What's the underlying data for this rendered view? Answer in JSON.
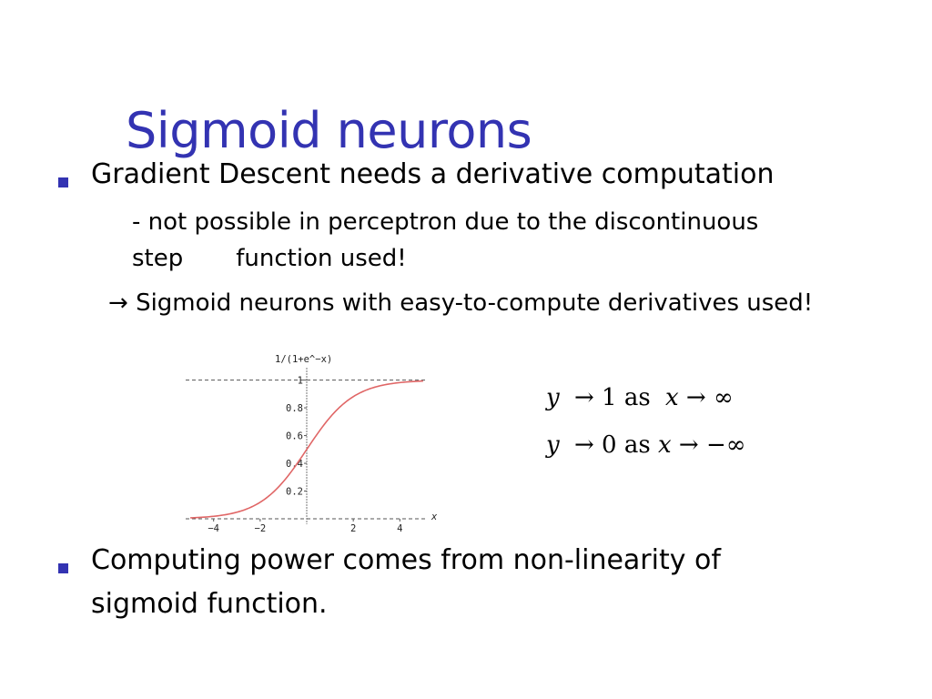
{
  "slide": {
    "title": "Sigmoid neurons",
    "bullet1": "Gradient Descent needs a derivative computation",
    "sub1_line1": "- not possible in perceptron due to the discontinuous",
    "sub1_line2_a": "step",
    "sub1_line2_b": "function used!",
    "arrow_glyph": "→",
    "sub2": "Sigmoid neurons with easy-to-compute derivatives used!",
    "bullet2_line1": "Computing power comes from non-linearity of",
    "bullet2_line2": "sigmoid function.",
    "bullet_color": "#3333b2",
    "title_color": "#3333b2"
  },
  "equations": {
    "eq1": {
      "lhs": "y",
      "arrow": "→",
      "value": "1",
      "word": "as",
      "var": "x",
      "limit": "∞"
    },
    "eq2": {
      "lhs": "y",
      "arrow": "→",
      "value": "0",
      "word": "as",
      "var": "x",
      "limit": "−∞"
    }
  },
  "chart_data": {
    "type": "line",
    "function": "1/(1+e^-x)",
    "title": "1/(1+e^−x)",
    "xlabel": "x",
    "ylabel": "",
    "xlim": [
      -5.2,
      5.2
    ],
    "ylim": [
      0,
      1.05
    ],
    "x_ticks": [
      -4,
      -2,
      2,
      4
    ],
    "x_tick_labels": [
      "−4",
      "−2",
      "2",
      "4"
    ],
    "y_ticks": [
      0.2,
      0.4,
      0.6,
      0.8,
      1
    ],
    "y_tick_labels": [
      "0.2",
      "0.4",
      "0.6",
      "0.8",
      "1"
    ],
    "asymptotes": [
      0,
      1
    ],
    "series": [
      {
        "color": "#e06666",
        "x": [
          -5,
          -4,
          -3,
          -2,
          -1,
          0,
          1,
          2,
          3,
          4,
          5
        ],
        "y": [
          0.007,
          0.018,
          0.047,
          0.119,
          0.269,
          0.5,
          0.731,
          0.881,
          0.953,
          0.982,
          0.993
        ]
      }
    ]
  }
}
